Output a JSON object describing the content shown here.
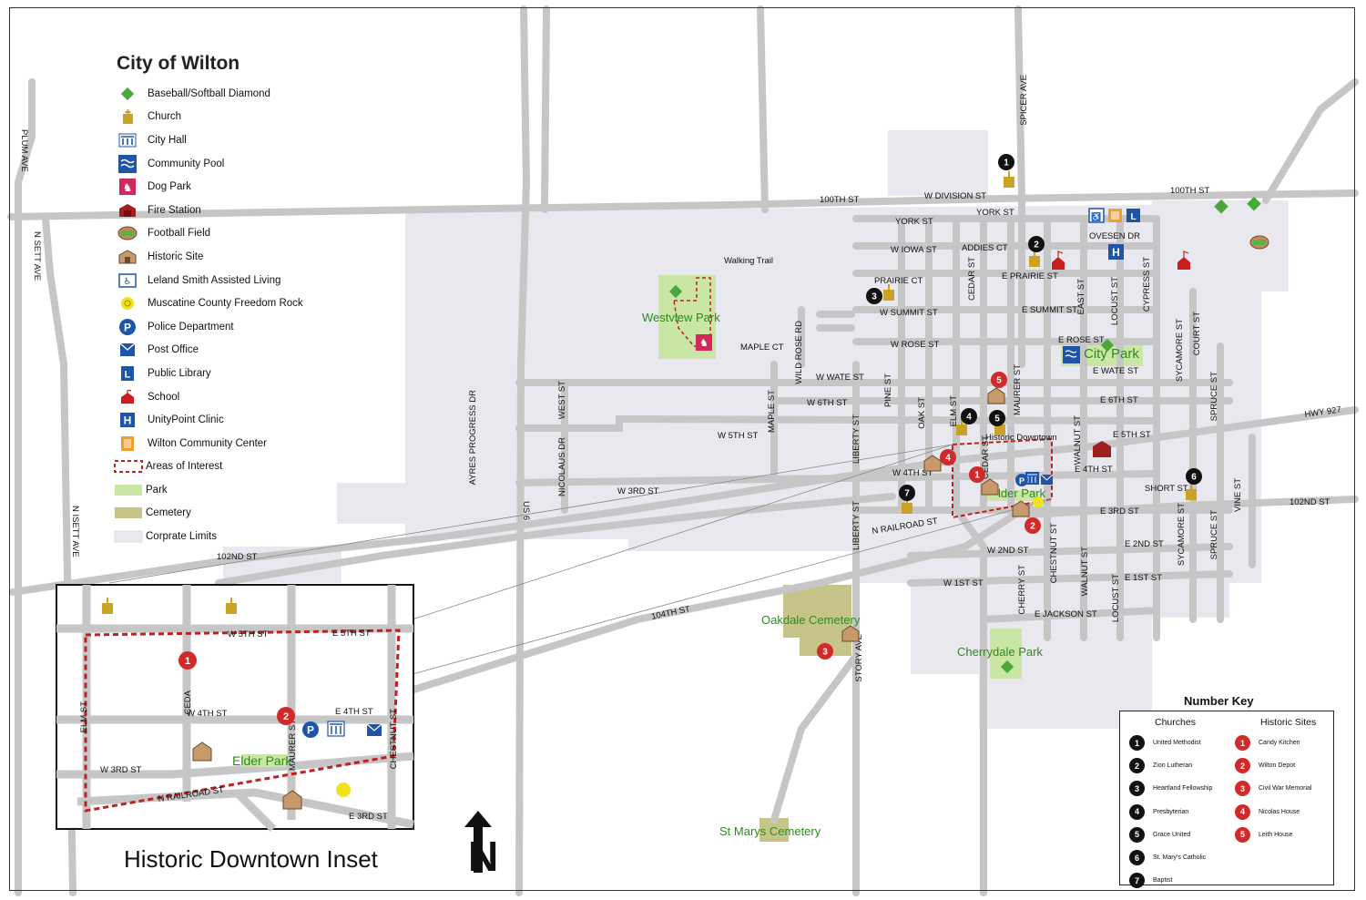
{
  "map": {
    "title": "City of Wilton",
    "inset_title": "Historic Downtown Inset",
    "north_label": "N",
    "colors": {
      "road": "#c6c6c6",
      "corporate_limits": "#e9e8ee",
      "park": "#c9e6a4",
      "cemetery": "#c7c48a",
      "church": "#c9a227",
      "historic": "#d12a2a",
      "aoi": "#c02020"
    }
  },
  "legend": [
    {
      "label": "Baseball/Softball Diamond",
      "icon": "diamond-icon"
    },
    {
      "label": "Church",
      "icon": "church-icon"
    },
    {
      "label": "City Hall",
      "icon": "city-hall-icon"
    },
    {
      "label": "Community Pool",
      "icon": "pool-icon"
    },
    {
      "label": "Dog Park",
      "icon": "dog-park-icon"
    },
    {
      "label": "Fire Station",
      "icon": "fire-station-icon"
    },
    {
      "label": "Football Field",
      "icon": "football-field-icon"
    },
    {
      "label": "Historic Site",
      "icon": "historic-site-icon"
    },
    {
      "label": "Leland Smith Assisted Living",
      "icon": "assisted-living-icon"
    },
    {
      "label": "Muscatine County Freedom Rock",
      "icon": "freedom-rock-icon"
    },
    {
      "label": "Police Department",
      "icon": "police-icon"
    },
    {
      "label": "Post Office",
      "icon": "post-office-icon"
    },
    {
      "label": "Public Library",
      "icon": "library-icon"
    },
    {
      "label": "School",
      "icon": "school-icon"
    },
    {
      "label": "UnityPoint Clinic",
      "icon": "clinic-icon"
    },
    {
      "label": "Wilton Community Center",
      "icon": "community-center-icon"
    },
    {
      "label": "Areas of Interest",
      "icon": "area-of-interest-icon"
    },
    {
      "label": "Park",
      "icon": "park-swatch"
    },
    {
      "label": "Cemetery",
      "icon": "cemetery-swatch"
    },
    {
      "label": "Corprate Limits",
      "icon": "corporate-limits-swatch"
    }
  ],
  "number_key": {
    "title": "Number Key",
    "churches_header": "Churches",
    "historic_header": "Historic Sites",
    "churches": [
      {
        "num": "1",
        "name": "United Methodist"
      },
      {
        "num": "2",
        "name": "Zion Lutheran"
      },
      {
        "num": "3",
        "name": "Heartland Fellowship"
      },
      {
        "num": "4",
        "name": "Presbyterian"
      },
      {
        "num": "5",
        "name": "Grace United"
      },
      {
        "num": "6",
        "name": "St. Mary's Catholic"
      },
      {
        "num": "7",
        "name": "Baptist"
      }
    ],
    "historic_sites": [
      {
        "num": "1",
        "name": "Candy Kitchen"
      },
      {
        "num": "2",
        "name": "Wilton Depot"
      },
      {
        "num": "3",
        "name": "Civil War Memorial"
      },
      {
        "num": "4",
        "name": "Nicolas House"
      },
      {
        "num": "5",
        "name": "Leith House"
      }
    ]
  },
  "parks": {
    "westview": "Westview Park",
    "city": "City Park",
    "cherrydale": "Cherrydale Park",
    "oakdale": "Oakdale Cemetery",
    "st_marys": "St Marys Cemetery",
    "elder_main": "lder Park",
    "elder_inset": "Elder Park",
    "walking_trail": "Walking Trail",
    "historic_downtown": "Historic Downtown"
  },
  "streets": {
    "plum": "PLUM AVE",
    "nsett_upper": "N SETT AVE",
    "nsett_lower": "N ISETT AVE",
    "ayres": "AYRES PROGRESS DR",
    "nicolaus": "NICOLAUS DR",
    "west": "WEST ST",
    "us6": "US 6",
    "maple": "MAPLE ST",
    "wildrose": "WILD ROSE RD",
    "liberty_n": "LIBERTY ST",
    "liberty_s": "LIBERTY ST",
    "pine": "PINE ST",
    "oak": "OAK ST",
    "elm": "ELM ST",
    "cedar_n": "CEDAR ST",
    "cedar_s": "CEDAR ST",
    "maurer": "MAURER ST",
    "spicer": "SPICER AVE",
    "east": "EAST ST",
    "locust_n": "LOCUST ST",
    "locust_s": "LOCUST ST",
    "cypress": "CYPRESS ST",
    "sycamore_n": "SYCAMORE ST",
    "sycamore_s": "SYCAMORE ST",
    "court": "COURT ST",
    "spruce_n": "SPRUCE ST",
    "spruce_s": "SPRUCE ST",
    "vine": "VINE ST",
    "walnut_n": "WALNUT ST",
    "walnut_s": "WALNUT ST",
    "chestnut": "CHESTNUT ST",
    "cherry": "CHERRY ST",
    "story": "STORY AVE",
    "hundredth_w": "100TH ST",
    "hundredth_e": "100TH ST",
    "wdivision": "W DIVISION ST",
    "york_w": "YORK ST",
    "york_e": "YORK ST",
    "wiowa": "W IOWA ST",
    "addies": "ADDIES CT",
    "oveson": "OVESEN DR",
    "prairie_ct": "PRAIRIE CT",
    "eprairie": "E PRAIRIE ST",
    "wsummit": "W SUMMIT ST",
    "esummit": "E SUMMIT ST",
    "maplect": "MAPLE CT",
    "wrose": "W ROSE ST",
    "erose": "E ROSE ST",
    "wwate": "W WATE ST",
    "ewate": "E WATE ST",
    "w6th": "W 6TH ST",
    "e6th": "E 6TH ST",
    "w5th": "W 5TH ST",
    "e5th": "E 5TH ST",
    "hwy927": "HWY 927",
    "w4th": "W 4TH ST",
    "e4th": "E 4TH ST",
    "w3rd": "W 3RD ST",
    "e3rd": "E 3RD ST",
    "short": "SHORT ST",
    "n102": "102ND ST",
    "e102": "102ND ST",
    "nrailroad": "N RAILROAD ST",
    "w2nd": "W 2ND ST",
    "e2nd": "E 2ND ST",
    "w1st": "W 1ST ST",
    "e1st": "E 1ST ST",
    "ejackson": "E JACKSON ST",
    "hundred4": "104TH ST"
  },
  "inset_streets": {
    "w5th": "W 5TH ST",
    "e5th": "E 5TH ST",
    "w4th": "W 4TH ST",
    "e4th": "E 4TH ST",
    "w3rd": "W 3RD ST",
    "e3rd": "E 3RD ST",
    "nrailroad": "N RAILROAD ST",
    "elm": "ELM ST",
    "ceda": "CEDA",
    "maurer": "MAURER ST",
    "chestnut": "CHESTNUT ST"
  },
  "markers": {
    "churches": [
      "1",
      "2",
      "3",
      "4",
      "5",
      "6",
      "7"
    ],
    "historic": [
      "1",
      "2",
      "3",
      "4",
      "5"
    ]
  }
}
